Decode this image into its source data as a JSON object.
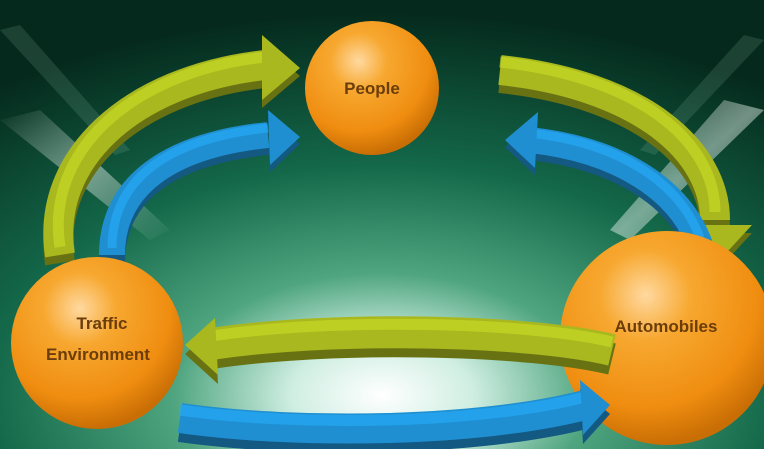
{
  "diagram": {
    "nodes": [
      {
        "id": "people",
        "label_lines": [
          "People"
        ]
      },
      {
        "id": "automobiles",
        "label_lines": [
          "Automobiles"
        ]
      },
      {
        "id": "traffic-environment",
        "label_lines": [
          "Traffic",
          "Environment"
        ]
      }
    ],
    "arrows": [
      {
        "from": "traffic-environment",
        "to": "people",
        "color": "#a8b81e",
        "direction": "clockwise"
      },
      {
        "from": "people",
        "to": "traffic-environment",
        "color": "#1f8fd1",
        "direction": "counter-clockwise"
      },
      {
        "from": "people",
        "to": "automobiles",
        "color": "#a8b81e",
        "direction": "clockwise"
      },
      {
        "from": "automobiles",
        "to": "people",
        "color": "#1f8fd1",
        "direction": "counter-clockwise"
      },
      {
        "from": "automobiles",
        "to": "traffic-environment",
        "color": "#a8b81e",
        "direction": "clockwise"
      },
      {
        "from": "traffic-environment",
        "to": "automobiles",
        "color": "#1f8fd1",
        "direction": "counter-clockwise"
      }
    ],
    "colors": {
      "node_fill": "#f39a1a",
      "node_text": "#6b3d0a",
      "background": "#0f5a3c"
    }
  }
}
